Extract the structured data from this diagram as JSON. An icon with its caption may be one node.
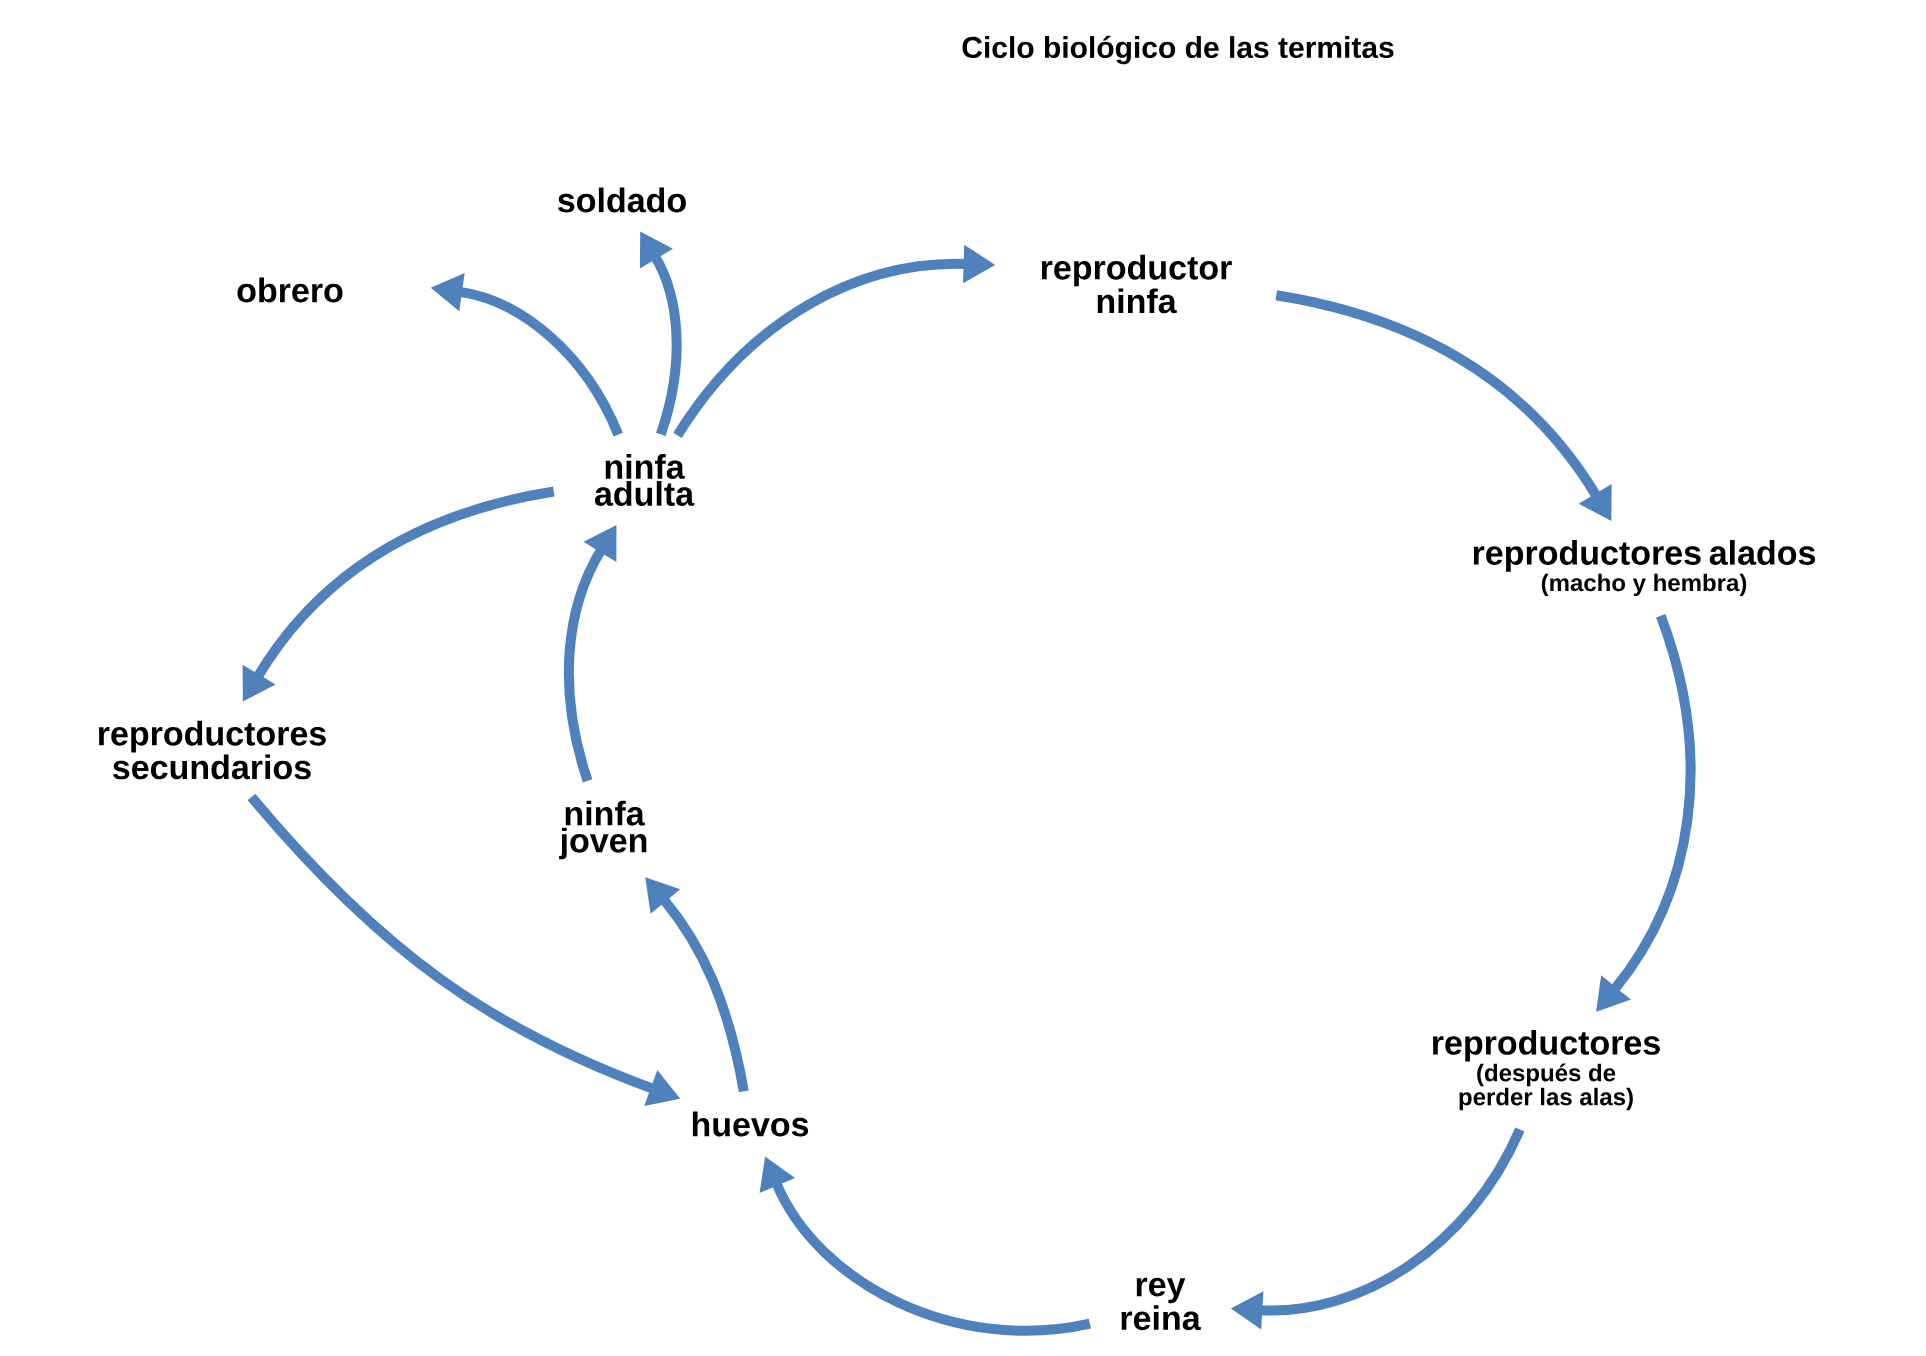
{
  "diagram": {
    "title": "Ciclo biológico de las termitas",
    "nodes": [
      {
        "text": [
          "soldado"
        ]
      },
      {
        "text": [
          "obrero"
        ]
      },
      {
        "text": [
          "ninfa adulta"
        ]
      },
      {
        "text": [
          "reproductor ninfa"
        ]
      },
      {
        "text": [
          "reproductores alados",
          "(macho y hembra)"
        ]
      },
      {
        "text": [
          "reproductores",
          "(después de perder las alas)"
        ]
      },
      {
        "text": [
          "rey reina"
        ]
      },
      {
        "text": [
          "huevos"
        ]
      },
      {
        "text": [
          "ninfa joven"
        ]
      },
      {
        "text": [
          "reproductores secundarios"
        ]
      }
    ],
    "edges": [
      {
        "from": 2,
        "to": 0,
        "arrow": "to"
      },
      {
        "from": 2,
        "to": 1,
        "arrow": "to"
      },
      {
        "from": 2,
        "to": 3,
        "arrow": "to"
      },
      {
        "from": 2,
        "to": 9,
        "arrow": "to"
      },
      {
        "from": 3,
        "to": 4,
        "arrow": "to"
      },
      {
        "from": 4,
        "to": 5,
        "arrow": "to"
      },
      {
        "from": 5,
        "to": 6,
        "arrow": "to"
      },
      {
        "from": 6,
        "to": 7,
        "arrow": "to"
      },
      {
        "from": 7,
        "to": 8,
        "arrow": "to"
      },
      {
        "from": 8,
        "to": 2,
        "arrow": "to"
      },
      {
        "from": 9,
        "to": 7,
        "arrow": "to"
      }
    ]
  }
}
